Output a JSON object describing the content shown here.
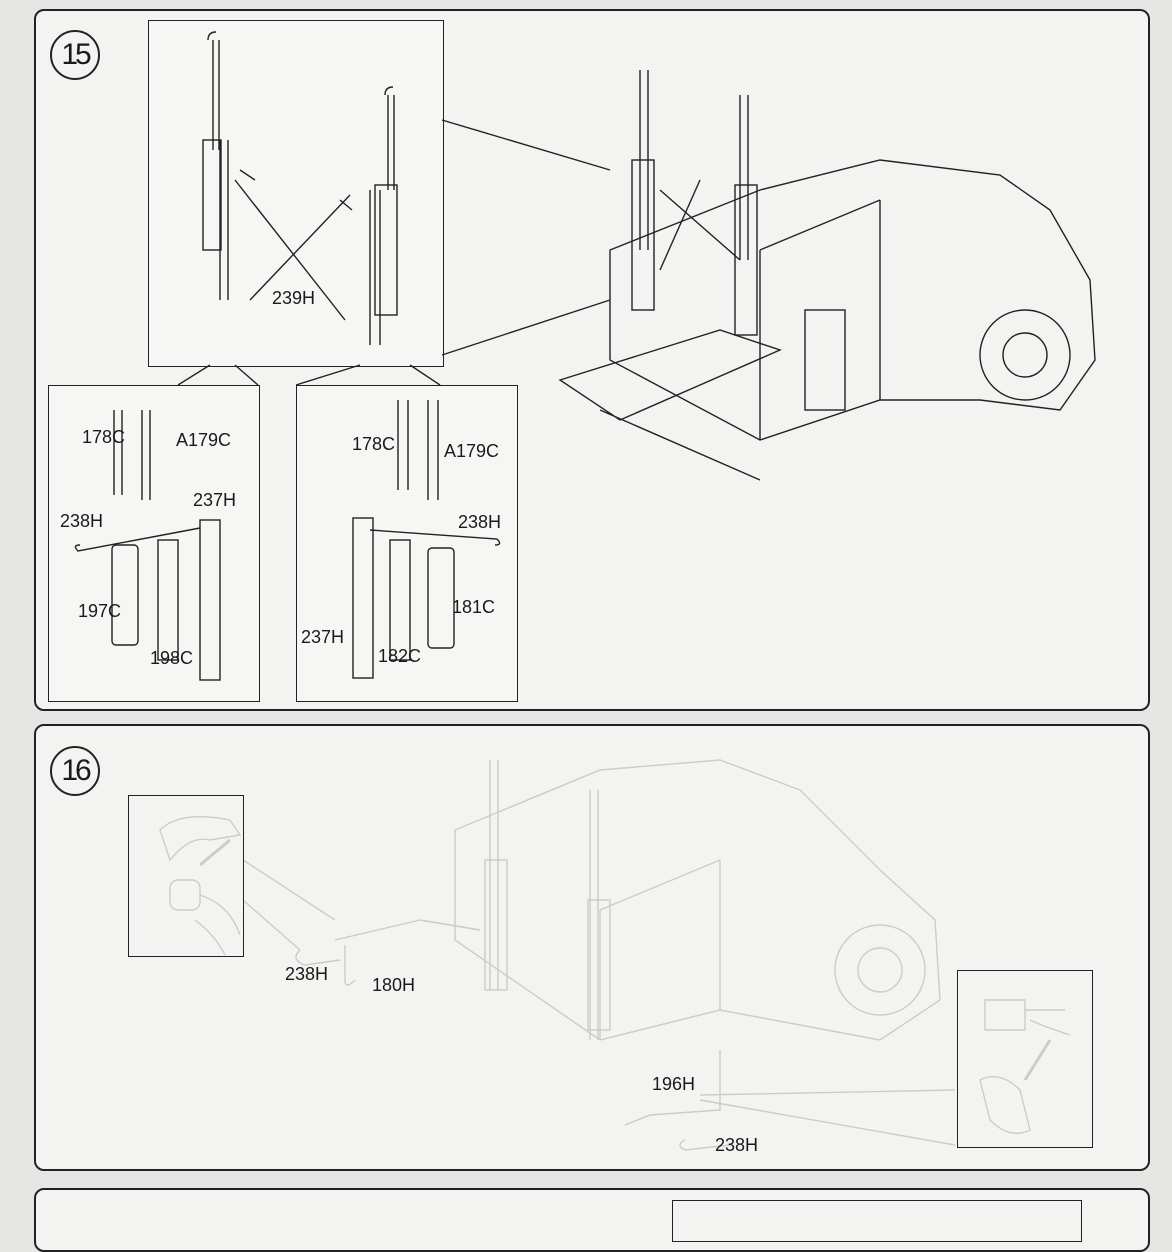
{
  "steps": {
    "step15": {
      "number": "15",
      "labels": {
        "clamp": "239H",
        "left_stack": "178C",
        "left_stack_half": "A179C",
        "left_bracket": "237H",
        "left_pin": "238H",
        "left_tank": "197C",
        "left_cover": "198C",
        "right_stack": "178C",
        "right_stack_half": "A179C",
        "right_pin": "238H",
        "right_tank": "181C",
        "right_bracket": "237H",
        "right_cover": "182C"
      }
    },
    "step16": {
      "number": "16",
      "labels": {
        "left_pin": "238H",
        "left_hose": "180H",
        "right_hose": "196H",
        "right_pin": "238H"
      }
    }
  }
}
